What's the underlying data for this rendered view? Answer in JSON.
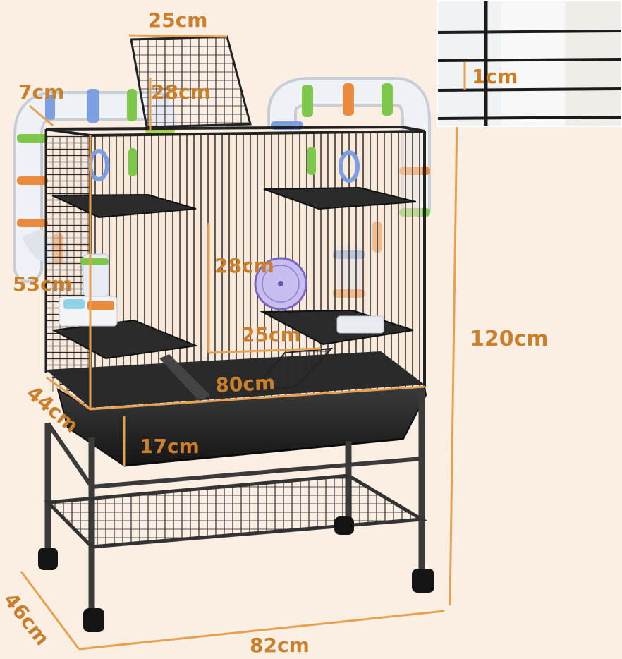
{
  "image": {
    "subject": "Small animal cage with wheeled stand, tubes and platforms",
    "accent_color": "#e8a04f",
    "label_color": "#c97f2c",
    "background_color": "#fbeee2"
  },
  "dimensions": {
    "top_door_width": "25cm",
    "tube_diameter": "7cm",
    "top_door_height": "28cm",
    "bar_spacing": "1cm",
    "side_height": "53cm",
    "inner_height": "28cm",
    "platform_width": "25cm",
    "total_height": "120cm",
    "cage_width": "80cm",
    "cage_depth": "44cm",
    "tray_height": "17cm",
    "stand_depth": "46cm",
    "stand_width": "82cm"
  }
}
